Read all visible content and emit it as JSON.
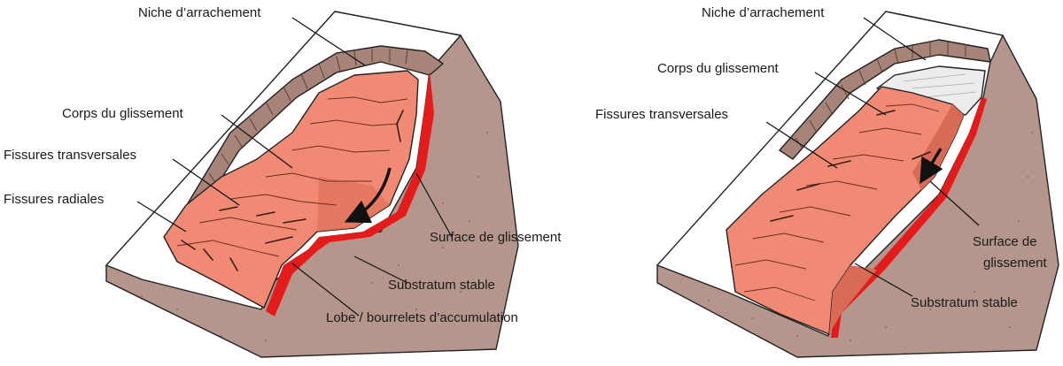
{
  "colors": {
    "substratum": "#b5968d",
    "substratum_dark": "#9b7a70",
    "top_surface": "#ffffff",
    "slide_body": "#f08a74",
    "slide_body_dark": "#d96a55",
    "slide_edge": "#e41b1b",
    "scar_surface": "#ececec",
    "outline": "#222222"
  },
  "icons": [
    "slide-direction-arrow"
  ],
  "labels": {
    "left": {
      "niche": "Niche d’arrachement",
      "corps": "Corps du glissement",
      "fissures_transversales": "Fissures transversales",
      "fissures_radiales": "Fissures radiales",
      "surface": "Surface de glissement",
      "substratum": "Substratum stable",
      "lobe": "Lobe / bourrelets d’accumulation"
    },
    "right": {
      "niche": "Niche d’arrachement",
      "corps": "Corps du glissement",
      "fissures_transversales": "Fissures transversales",
      "surface_line1": "Surface de",
      "surface_line2": "glissement",
      "substratum": "Substratum stable"
    }
  }
}
